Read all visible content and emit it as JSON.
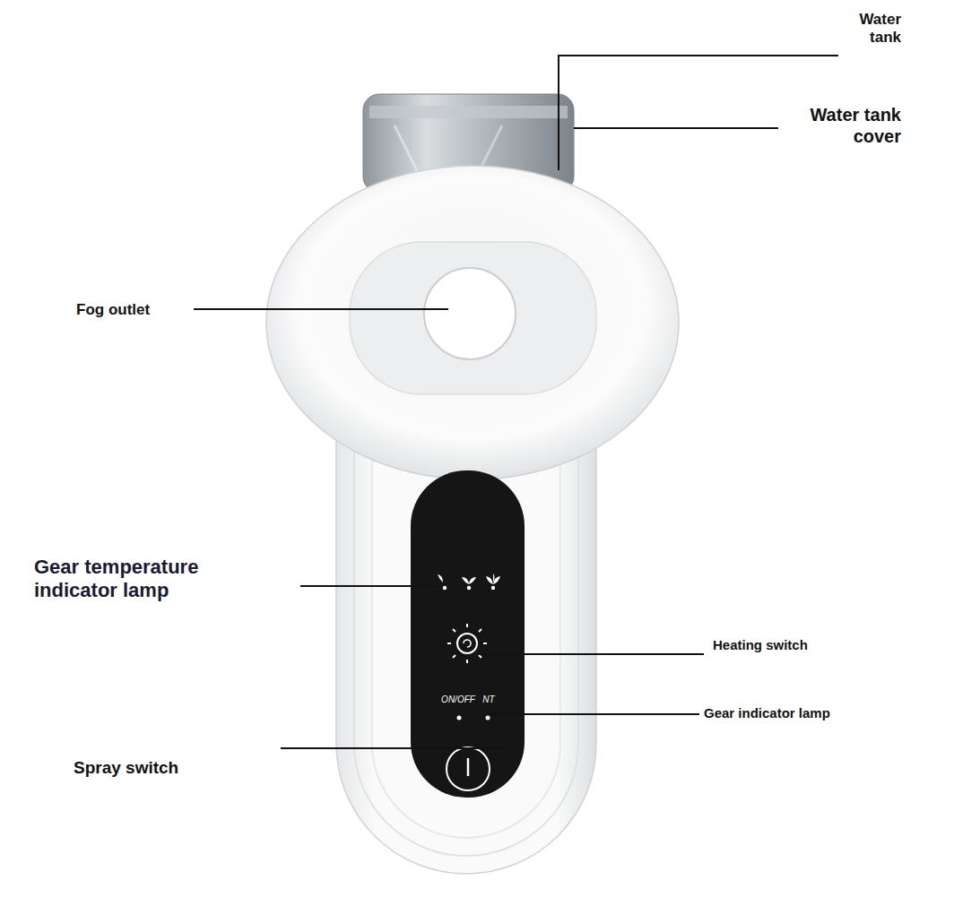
{
  "diagram": {
    "labels": [
      "Water tank",
      "Water tank cover",
      "Fog outlet",
      "Gear temperature indicator lamp",
      "Heating switch",
      "ON/OFF",
      "NT",
      "Gear indicator lamp",
      "Spray switch"
    ]
  }
}
